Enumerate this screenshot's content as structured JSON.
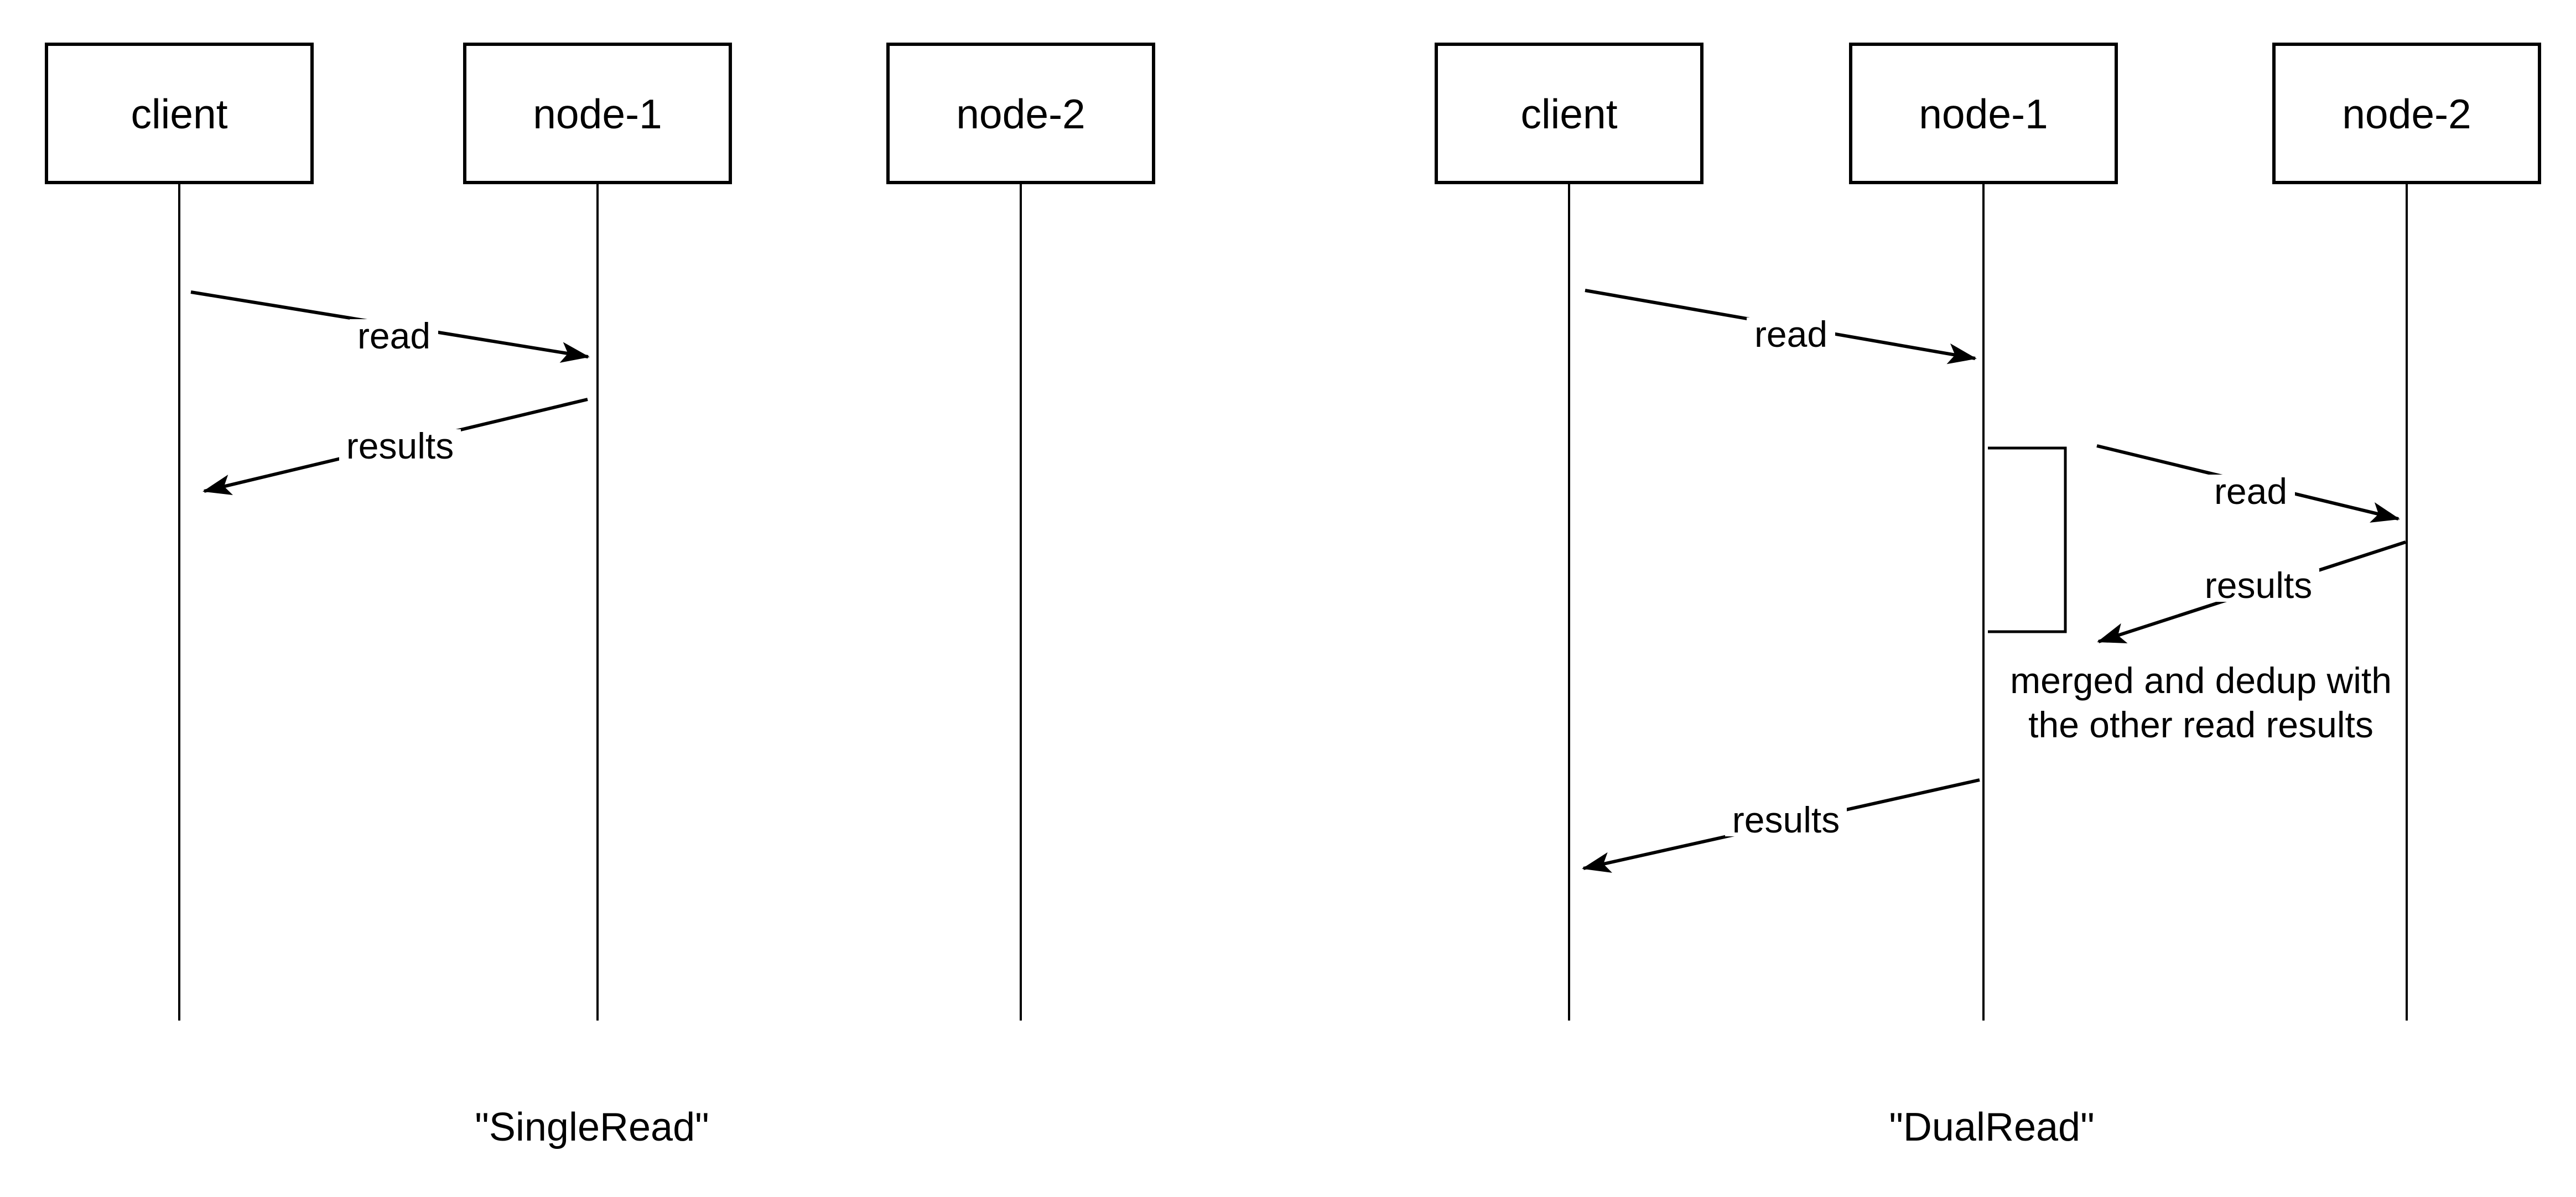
{
  "page": {
    "background": "#ffffff",
    "ink": "#000000"
  },
  "diagrams": [
    {
      "id": "single-read",
      "caption": "\"SingleRead\"",
      "actors": [
        {
          "label": "client"
        },
        {
          "label": "node-1"
        },
        {
          "label": "node-2"
        }
      ],
      "messages": [
        {
          "label": "read",
          "from": "client",
          "to": "node-1"
        },
        {
          "label": "results",
          "from": "node-1",
          "to": "client"
        }
      ]
    },
    {
      "id": "dual-read",
      "caption": "\"DualRead\"",
      "actors": [
        {
          "label": "client"
        },
        {
          "label": "node-1"
        },
        {
          "label": "node-2"
        }
      ],
      "messages": [
        {
          "label": "read",
          "from": "client",
          "to": "node-1"
        },
        {
          "label": "read",
          "from": "node-1",
          "to": "node-2"
        },
        {
          "label": "results",
          "from": "node-2",
          "to": "node-1"
        },
        {
          "label": "results",
          "from": "node-1",
          "to": "client"
        }
      ],
      "note": {
        "line1": "merged and dedup with",
        "line2": "the other read results"
      }
    }
  ]
}
